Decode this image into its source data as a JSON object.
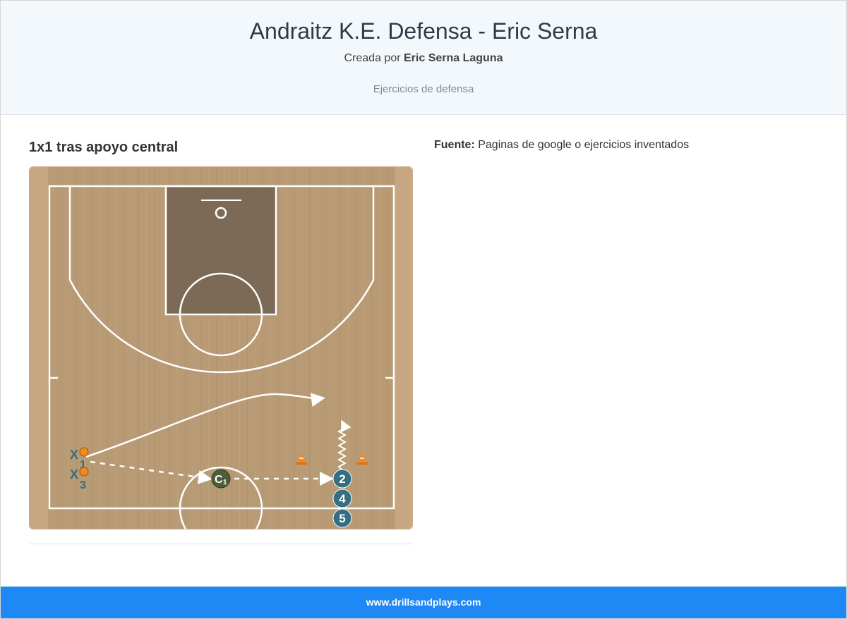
{
  "header": {
    "title": "Andraitz K.E. Defensa - Eric Serna",
    "created_prefix": "Creada por",
    "author": "Eric Serna Laguna",
    "category": "Ejercicios de defensa"
  },
  "drill": {
    "title": "1x1 tras apoyo central",
    "source_label": "Fuente:",
    "source_value": "Paginas de google o ejercicios inventados"
  },
  "diagram": {
    "players": [
      {
        "label": "2",
        "color": "#356e82"
      },
      {
        "label": "4",
        "color": "#356e82"
      },
      {
        "label": "5",
        "color": "#356e82"
      }
    ],
    "coach": {
      "label": "C",
      "sub": "1",
      "color": "#4c5d3a"
    },
    "defenders": [
      {
        "mark": "X",
        "num": "1"
      },
      {
        "mark": "X",
        "num": "3"
      }
    ],
    "cones": 2
  },
  "footer": {
    "site": "www.drillsandplays.com"
  },
  "colors": {
    "header_bg": "#f3f8fd",
    "footer_bg": "#1e88f5",
    "court_wood": "#b89a74",
    "paint": "#7d6a56",
    "player": "#356e82"
  }
}
